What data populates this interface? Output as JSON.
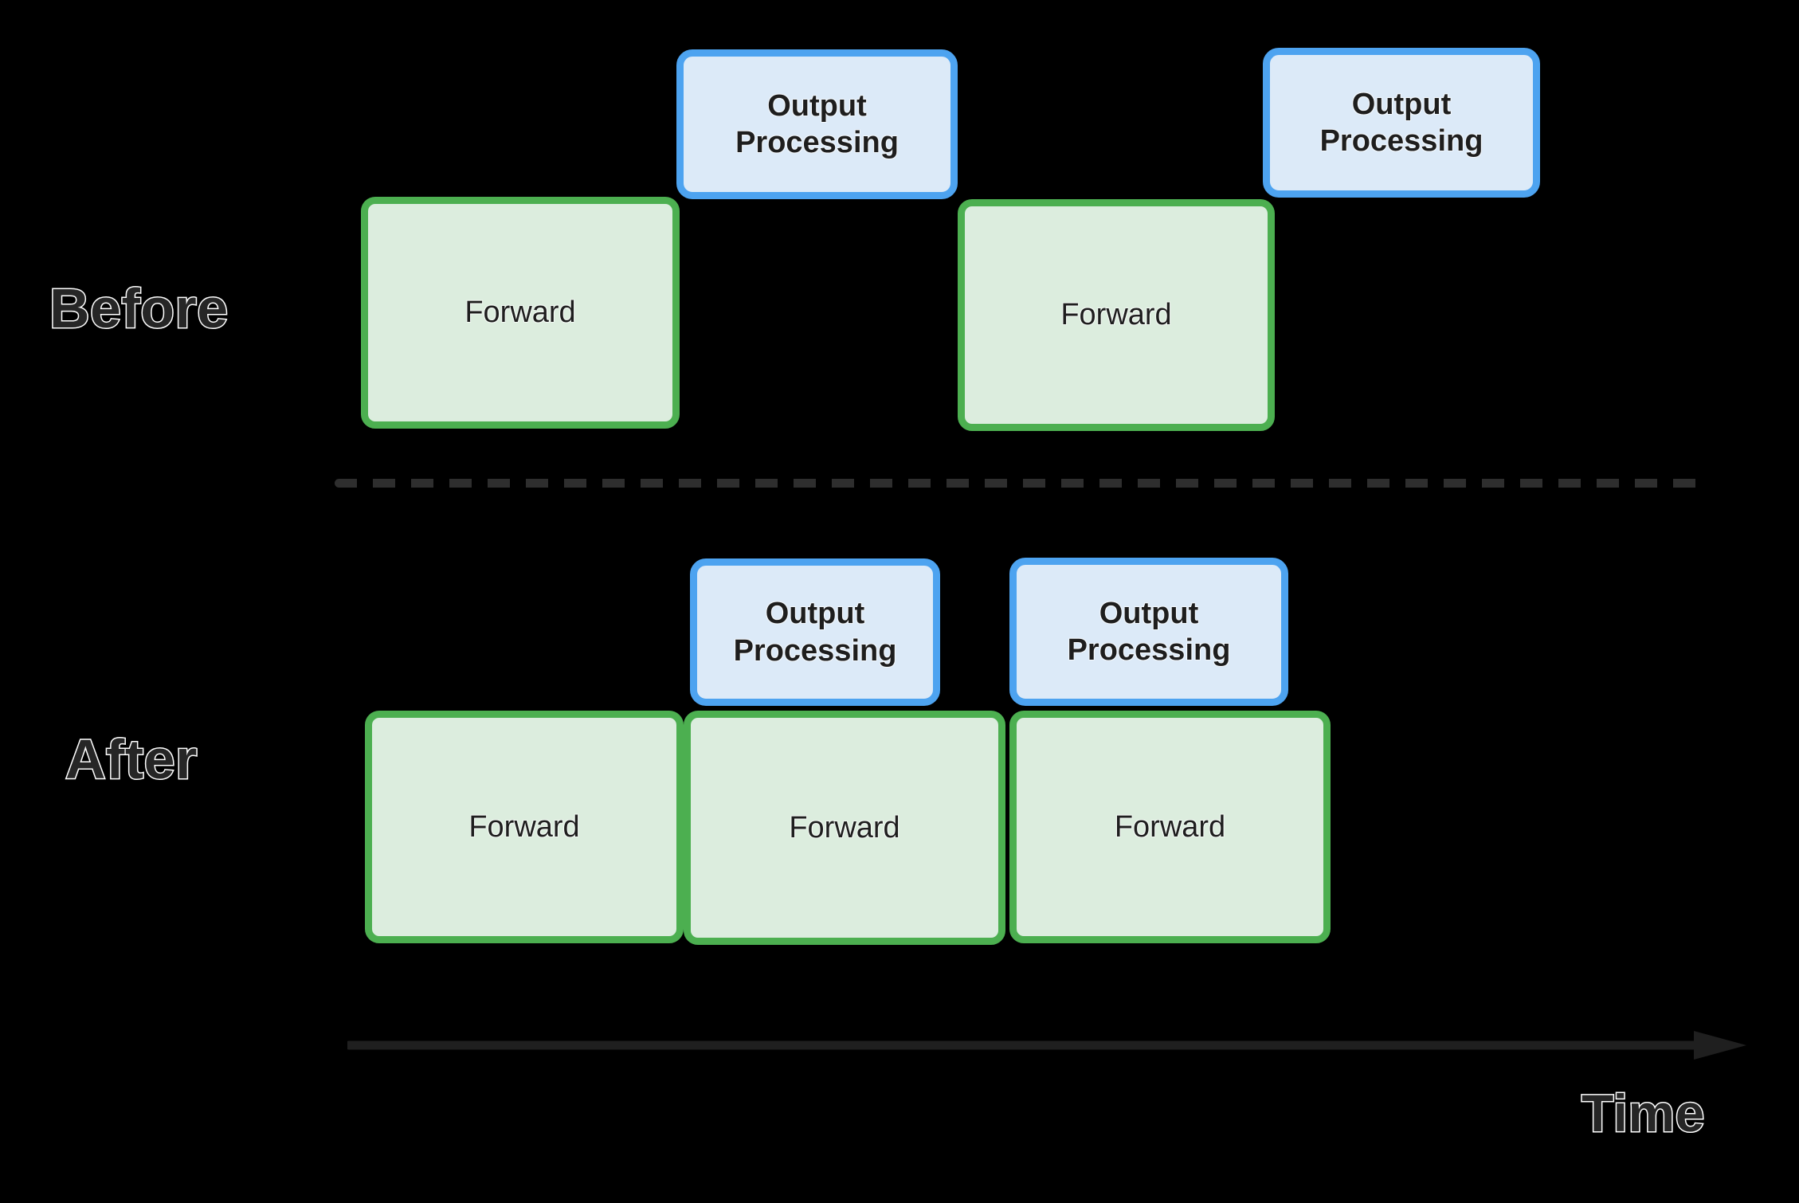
{
  "diagram": {
    "title_hint": "Before / After timeline of Forward passes and Output Processing",
    "background_color": "#000000",
    "rows": [
      {
        "id": "before",
        "label": "Before",
        "blocks": [
          {
            "id": "before-forward-1",
            "label": "Forward",
            "kind": "forward"
          },
          {
            "id": "before-output-1",
            "label": "Output\nProcessing",
            "kind": "output",
            "line1": "Output",
            "line2": "Processing"
          },
          {
            "id": "before-forward-2",
            "label": "Forward",
            "kind": "forward"
          },
          {
            "id": "before-output-2",
            "label": "Output\nProcessing",
            "kind": "output",
            "line1": "Output",
            "line2": "Processing"
          }
        ]
      },
      {
        "id": "after",
        "label": "After",
        "blocks": [
          {
            "id": "after-output-1",
            "label": "Output\nProcessing",
            "kind": "output",
            "line1": "Output",
            "line2": "Processing"
          },
          {
            "id": "after-output-2",
            "label": "Output\nProcessing",
            "kind": "output",
            "line1": "Output",
            "line2": "Processing"
          },
          {
            "id": "after-forward-1",
            "label": "Forward",
            "kind": "forward"
          },
          {
            "id": "after-forward-2",
            "label": "Forward",
            "kind": "forward"
          },
          {
            "id": "after-forward-3",
            "label": "Forward",
            "kind": "forward"
          }
        ]
      }
    ],
    "axis": {
      "label": "Time",
      "direction": "left-to-right",
      "arrow_color": "#1f1f1f"
    },
    "divider": {
      "style": "dashed",
      "color": "#2e2e2e"
    },
    "colors": {
      "forward_fill": "#dcedde",
      "forward_border": "#4caf50",
      "output_fill": "#dceaf8",
      "output_border": "#4da3f0",
      "text": "#1e1e1e",
      "label_text": "#262626",
      "label_stroke": "#ffffff"
    }
  }
}
